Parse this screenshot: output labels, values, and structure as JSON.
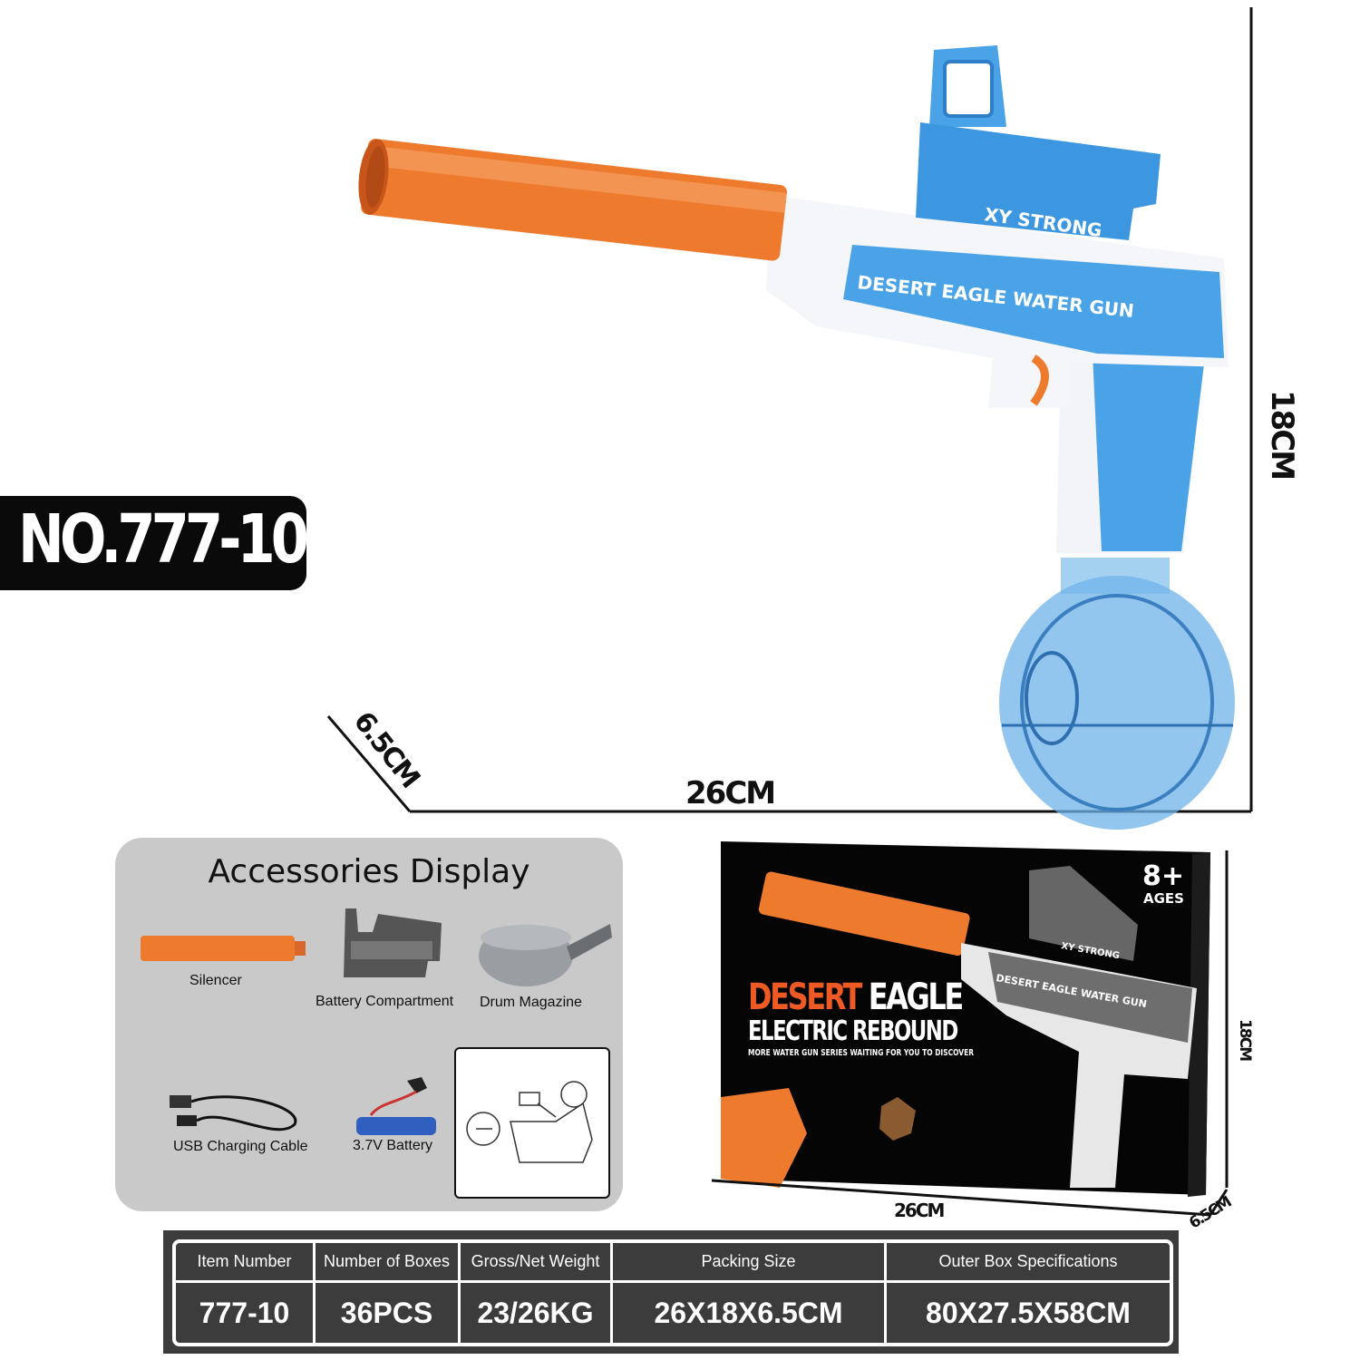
{
  "product": {
    "model_badge": "NO.777-10",
    "gun_brand": "XY STRONG",
    "gun_side_text": "DESERT EAGLE WATER GUN"
  },
  "dimensions": {
    "height": "18CM",
    "length": "26CM",
    "width": "6.5CM"
  },
  "accessories": {
    "title": "Accessories Display",
    "items": [
      {
        "label": "Silencer",
        "icon": "silencer"
      },
      {
        "label": "Battery Compartment",
        "icon": "battery-compartment"
      },
      {
        "label": "Drum Magazine",
        "icon": "drum-magazine"
      },
      {
        "label": "USB Charging Cable",
        "icon": "usb-cable"
      },
      {
        "label": "3.7V Battery",
        "icon": "battery"
      }
    ]
  },
  "box": {
    "title_accent": "DESERT",
    "title_rest": "EAGLE",
    "subtitle": "ELECTRIC REBOUND",
    "tagline": "MORE WATER GUN SERIES WAITING FOR YOU TO DISCOVER",
    "age_number": "8+",
    "age_label": "AGES",
    "gun_side_text": "DESERT EAGLE WATER GUN",
    "brand": "XY STRONG",
    "dim_length": "26CM",
    "dim_height": "18CM",
    "dim_width": "6.5CM"
  },
  "spec_table": {
    "headers": [
      "Item Number",
      "Number of Boxes",
      "Gross/Net Weight",
      "Packing Size",
      "Outer Box Specifications"
    ],
    "values": [
      "777-10",
      "36PCS",
      "23/26KG",
      "26X18X6.5CM",
      "80X27.5X58CM"
    ]
  },
  "colors": {
    "orange": "#ee7a2e",
    "blue": "#4aa3e6",
    "dark": "#0a0a0a",
    "panel": "#c9c9c9",
    "table": "#3c3c3c"
  }
}
